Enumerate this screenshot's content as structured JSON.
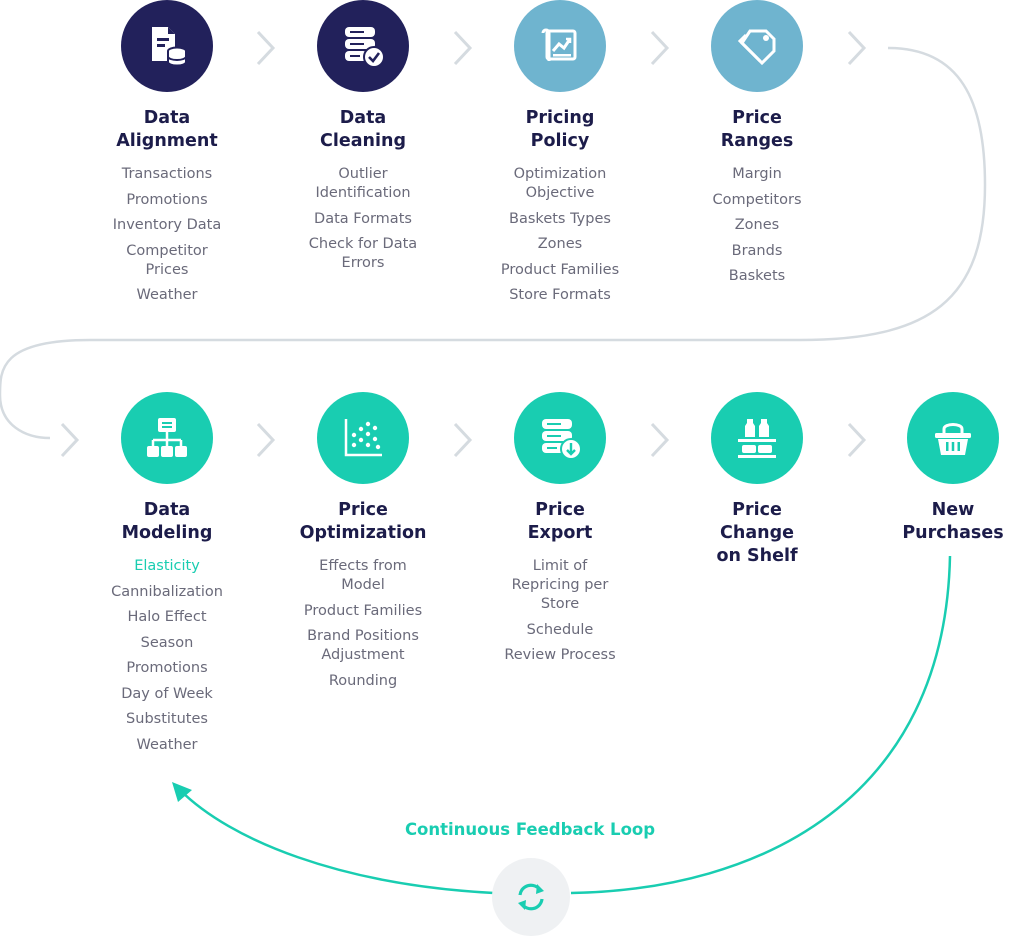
{
  "colors": {
    "navy": "#22215b",
    "light_blue": "#6fb4cf",
    "teal": "#19cdb1",
    "connector": "#d5dbe0",
    "title_text": "#1c1c4a",
    "item_text": "#6a6a7a"
  },
  "steps": [
    {
      "icon": "document-database-icon",
      "color": "navy",
      "title_lines": [
        "Data",
        "Alignment"
      ],
      "items": [
        "Transactions",
        "Promotions",
        "Inventory Data",
        "Competitor Prices",
        "Weather"
      ]
    },
    {
      "icon": "database-check-icon",
      "color": "navy",
      "title_lines": [
        "Data",
        "Cleaning"
      ],
      "items": [
        "Outlier Identification",
        "Data Formats",
        "Check for Data Errors"
      ]
    },
    {
      "icon": "chart-scroll-icon",
      "color": "light_blue",
      "title_lines": [
        "Pricing",
        "Policy"
      ],
      "items": [
        "Optimization Objective",
        "Baskets Types",
        "Zones",
        "Product Families",
        "Store Formats"
      ]
    },
    {
      "icon": "price-tags-icon",
      "color": "light_blue",
      "title_lines": [
        "Price",
        "Ranges"
      ],
      "items": [
        "Margin",
        "Competitors",
        "Zones",
        "Brands",
        "Baskets"
      ]
    },
    {
      "icon": "hierarchy-icon",
      "color": "teal",
      "title_lines": [
        "Data",
        "Modeling"
      ],
      "items": [
        "Elasticity",
        "Cannibalization",
        "Halo Effect",
        "Season",
        "Promotions",
        "Day of Week",
        "Substitutes",
        "Weather"
      ],
      "highlight_index": 0
    },
    {
      "icon": "scatter-plot-icon",
      "color": "teal",
      "title_lines": [
        "Price",
        "Optimization"
      ],
      "items": [
        "Effects from Model",
        "Product Families",
        "Brand Positions Adjustment",
        "Rounding"
      ]
    },
    {
      "icon": "database-export-icon",
      "color": "teal",
      "title_lines": [
        "Price",
        "Export"
      ],
      "items": [
        "Limit of Repricing per Store",
        "Schedule",
        "Review Process"
      ]
    },
    {
      "icon": "shelf-icon",
      "color": "teal",
      "title_lines": [
        "Price",
        "Change",
        "on Shelf"
      ],
      "items": []
    },
    {
      "icon": "shopping-basket-icon",
      "color": "teal",
      "title_lines": [
        "New",
        "Purchases"
      ],
      "items": []
    }
  ],
  "feedback": {
    "label": "Continuous Feedback Loop",
    "icon": "refresh-icon"
  }
}
